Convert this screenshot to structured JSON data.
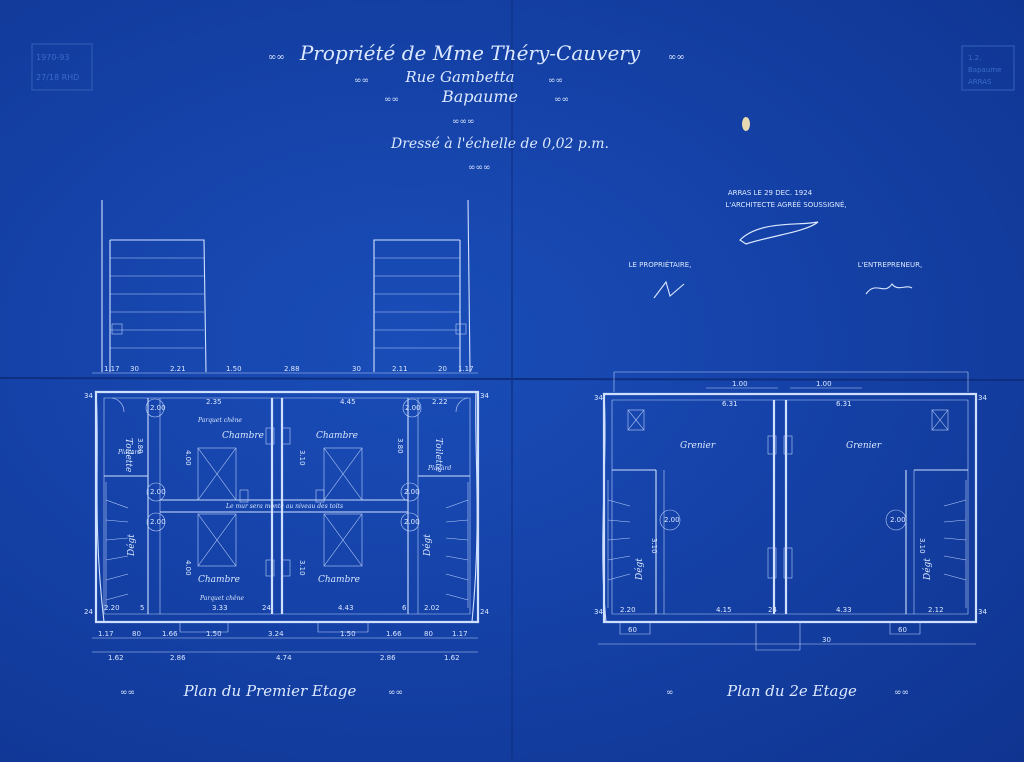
{
  "title": {
    "line1": "Propriété de Mme Théry-Cauvery",
    "line2": "Rue Gambetta",
    "line3": "Bapaume",
    "scale": "Dressé à l'échelle de 0,02 p.m."
  },
  "approval": {
    "line1": "ARRAS LE 29 DEC. 1924",
    "line2": "L'ARCHITECTE AGRÉÉ SOUSSIGNÉ,",
    "owner": "LE PROPRIÉTAIRE,",
    "contractor": "L'ENTREPRENEUR,"
  },
  "plan_first": {
    "caption": "Plan du Premier Etage",
    "rooms": {
      "chambre": "Chambre",
      "toilette": "Toilette",
      "degt": "Dégt"
    },
    "notes": {
      "parquet": "Parquet chêne",
      "center": "Le mur sera monté au niveau des toits",
      "placard": "Placard"
    },
    "dims_top": [
      "1.17",
      "30",
      "2.21",
      "1.50",
      "2.88",
      "30",
      "2.11",
      "20",
      "1.17"
    ],
    "dims_inner_top": [
      "2.35",
      "4.45",
      "2.22"
    ],
    "dims_bottom_inner": [
      "2.20",
      "5",
      "3.33",
      "24",
      "4.43",
      "6",
      "2.02"
    ],
    "dims_bottom1": [
      "1.17",
      "80",
      "1.66",
      "1.50",
      "3.24",
      "1.50",
      "1.66",
      "80",
      "1.17"
    ],
    "dims_bottom2": [
      "1.62",
      "2.86",
      "4.74",
      "2.86",
      "1.62"
    ],
    "side": [
      "34",
      "34",
      "24",
      "24"
    ],
    "vertical": [
      "3.80",
      "4.00",
      "4.00",
      "3.10",
      "3.10",
      "3.80"
    ],
    "circles": [
      "2.00",
      "2.00",
      "2.00",
      "2.00",
      "2.00",
      "2.00"
    ]
  },
  "plan_second": {
    "caption": "Plan du 2e Etage",
    "rooms": {
      "grenier": "Grenier",
      "degt": "Dégt"
    },
    "dims_top": [
      "1.00",
      "1.00"
    ],
    "dims_inner": [
      "6.31",
      "6.31"
    ],
    "dims_bottom": [
      "2.20",
      "4.15",
      "24",
      "4.33",
      "2.12"
    ],
    "dims_lower": [
      "60",
      "30",
      "60"
    ],
    "side": [
      "34",
      "34",
      "34",
      "34"
    ],
    "vertical": [
      "3.10",
      "3.10"
    ],
    "circles": [
      "2.00",
      "2.00"
    ]
  },
  "stamps": {
    "left": [
      "1970-93",
      "27/18 RHD"
    ],
    "right": [
      "1.2.",
      "Bapaume",
      "ARRAS"
    ]
  },
  "colors": {
    "paper": "#1542a8",
    "ink": "#cfe0ff"
  }
}
